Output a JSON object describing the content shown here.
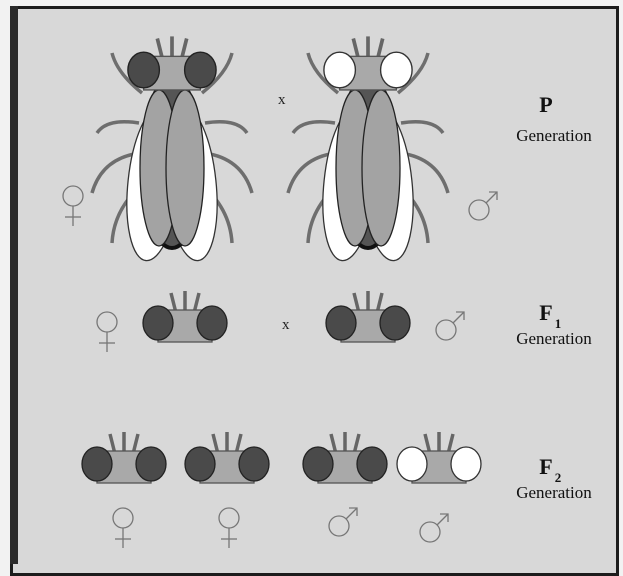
{
  "colors": {
    "background": "#d8d8d8",
    "border": "#1c1c1c",
    "red_eye": "#4a4a4a",
    "white_eye": "#ffffff",
    "thorax": "#a9a9a9",
    "wing_gray": "#a3a3a3",
    "abdomen_dark": "#555555",
    "legs": "#6e6e6e"
  },
  "generations": [
    {
      "letter": "P",
      "subscript": "",
      "label": "Generation"
    },
    {
      "letter": "F",
      "subscript": "1",
      "label": "Generation"
    },
    {
      "letter": "F",
      "subscript": "2",
      "label": "Generation"
    }
  ],
  "cross_symbol": "x",
  "icons": [
    "female-symbol-icon",
    "male-symbol-icon"
  ],
  "flies": {
    "p_female": {
      "sex": "female",
      "eye_color": "red"
    },
    "p_male": {
      "sex": "male",
      "eye_color": "white"
    },
    "f1_female": {
      "sex": "female",
      "eye_color": "red"
    },
    "f1_male": {
      "sex": "male",
      "eye_color": "red"
    },
    "f2": [
      {
        "sex": "female",
        "eye_color": "red"
      },
      {
        "sex": "female",
        "eye_color": "red"
      },
      {
        "sex": "male",
        "eye_color": "red"
      },
      {
        "sex": "male",
        "eye_color": "white"
      }
    ]
  }
}
